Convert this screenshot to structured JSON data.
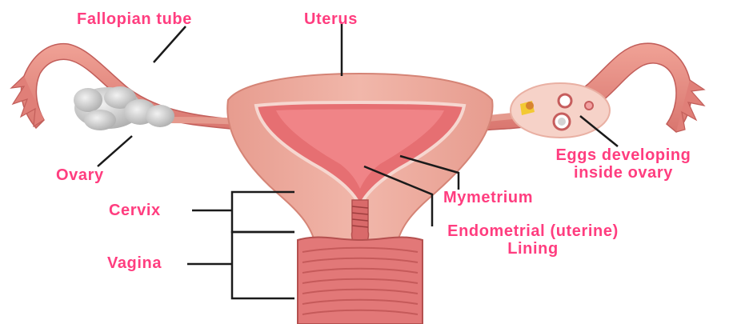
{
  "labels": {
    "fallopian_tube": "Fallopian tube",
    "uterus": "Uterus",
    "ovary": "Ovary",
    "eggs_line1": "Eggs developing",
    "eggs_line2": "inside ovary",
    "cervix": "Cervix",
    "mymetrium": "Mymetrium",
    "vagina": "Vagina",
    "endometrial_line1": "Endometrial (uterine)",
    "endometrial_line2": "Lining"
  },
  "colors": {
    "label_text": "#ff3d7f",
    "leader_line": "#1a1a1a",
    "tissue_outer": "#e98f86",
    "tissue_inner": "#d96a6a",
    "tissue_light": "#f3c3b6",
    "ovary_gray": "#c9c9c9"
  }
}
